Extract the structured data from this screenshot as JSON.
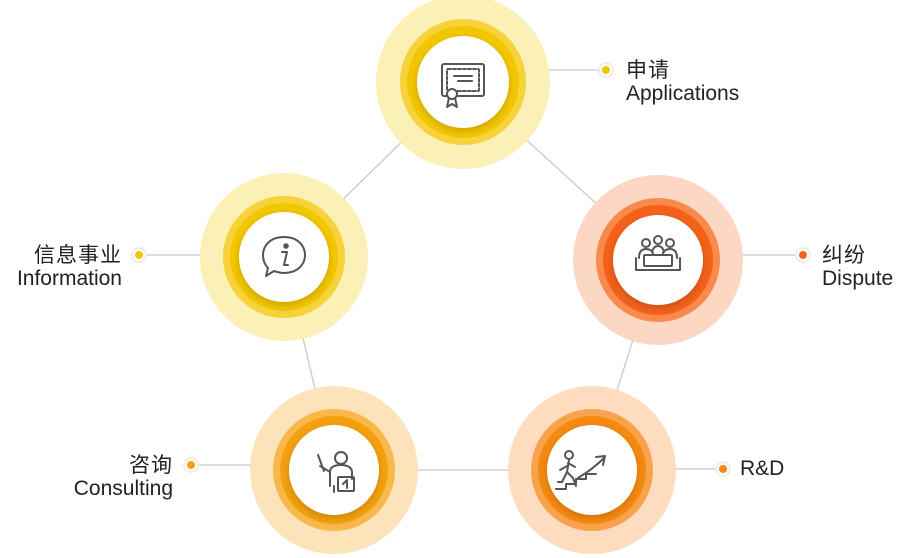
{
  "nodes": [
    {
      "id": "applications",
      "zh": "申请",
      "en": "Applications",
      "icon": "certificate-icon",
      "ring": "#fbf0b5",
      "mid": "#f7d23a",
      "core": "#f3c700",
      "dot": "#f3c700"
    },
    {
      "id": "information",
      "zh": "信息事业",
      "en": "Information",
      "icon": "info-bubble-icon",
      "ring": "#fbf0b5",
      "mid": "#f7d23a",
      "core": "#f3c700",
      "dot": "#f3c700"
    },
    {
      "id": "dispute",
      "zh": "纠纷",
      "en": "Dispute",
      "icon": "meeting-table-icon",
      "ring": "#fbd7c4",
      "mid": "#f98a4c",
      "core": "#f4621a",
      "dot": "#f4621a"
    },
    {
      "id": "consulting",
      "zh": "咨询",
      "en": "Consulting",
      "icon": "presenter-icon",
      "ring": "#fce3b9",
      "mid": "#f8b84a",
      "core": "#f4a10e",
      "dot": "#f4a10e"
    },
    {
      "id": "rnd",
      "zh": "",
      "en": "R&D",
      "icon": "growth-climb-icon",
      "ring": "#fddcc0",
      "mid": "#f9a24c",
      "core": "#f58a10",
      "dot": "#f58a10"
    }
  ]
}
